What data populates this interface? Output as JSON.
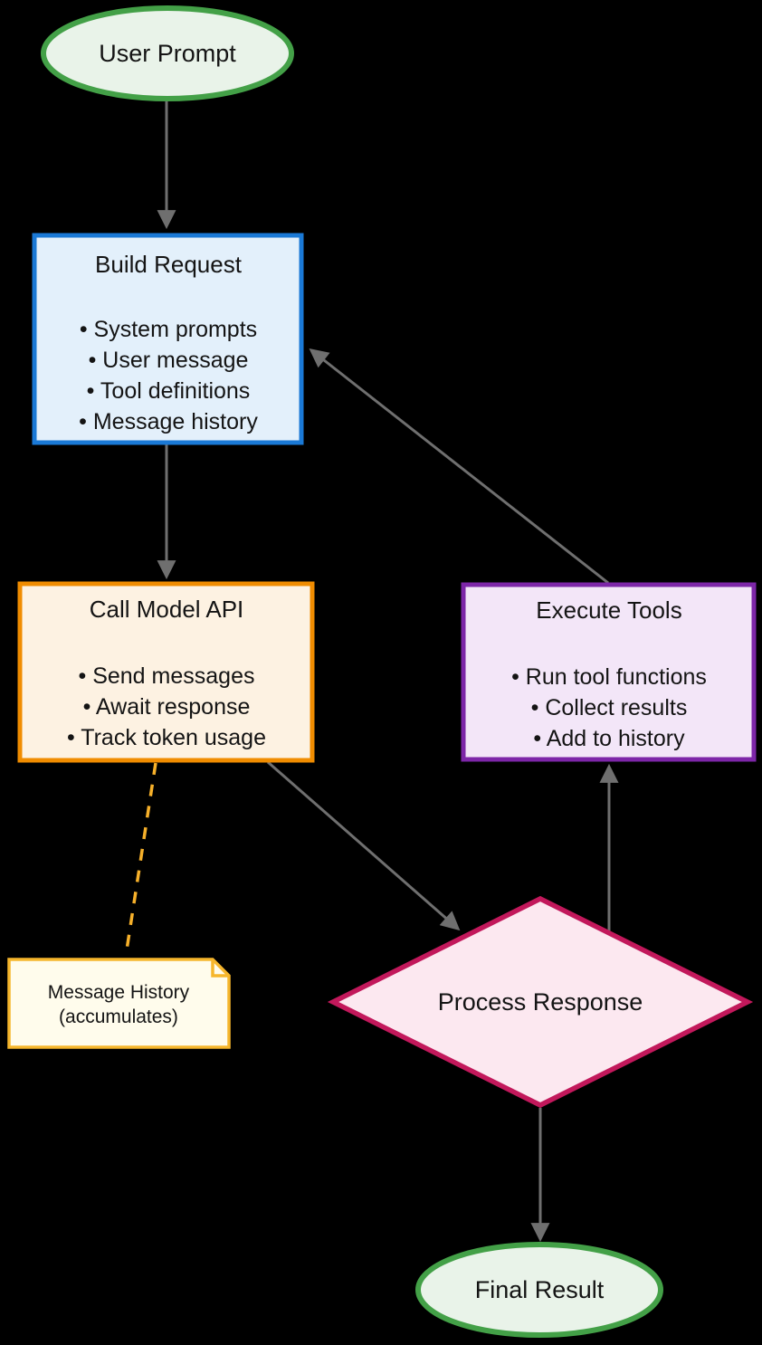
{
  "nodes": {
    "user_prompt": {
      "label": "User Prompt",
      "shape": "ellipse"
    },
    "build_request": {
      "title": "Build Request",
      "shape": "rect",
      "items": [
        "• System prompts",
        "• User message",
        "• Tool definitions",
        "• Message history"
      ]
    },
    "call_model_api": {
      "title": "Call Model API",
      "shape": "rect",
      "items": [
        "• Send messages",
        "• Await response",
        "• Track token usage"
      ]
    },
    "execute_tools": {
      "title": "Execute Tools",
      "shape": "rect",
      "items": [
        "• Run tool functions",
        "• Collect results",
        "• Add to history"
      ]
    },
    "process_response": {
      "label": "Process Response",
      "shape": "diamond"
    },
    "message_history_note": {
      "line1": "Message History",
      "line2": "(accumulates)",
      "shape": "note"
    },
    "final_result": {
      "label": "Final Result",
      "shape": "ellipse"
    }
  },
  "edges": [
    {
      "from": "User Prompt",
      "to": "Build Request",
      "style": "solid-arrow"
    },
    {
      "from": "Build Request",
      "to": "Call Model API",
      "style": "solid-arrow"
    },
    {
      "from": "Execute Tools",
      "to": "Build Request",
      "style": "solid-arrow"
    },
    {
      "from": "Call Model API",
      "to": "Process Response",
      "style": "solid-arrow"
    },
    {
      "from": "Process Response",
      "to": "Execute Tools",
      "style": "solid-arrow"
    },
    {
      "from": "Process Response",
      "to": "Final Result",
      "style": "solid-arrow"
    },
    {
      "from": "Call Model API",
      "to": "Message History (accumulates)",
      "style": "dashed-amber"
    }
  ],
  "palette": {
    "background": "#000000",
    "edge_gray": "#6f6f6f",
    "green_border": "#43a047",
    "green_fill": "#e9f3e9",
    "blue_border": "#1a79d6",
    "blue_fill": "#e3f0fb",
    "orange_border": "#f08c00",
    "orange_fill": "#fdf2e2",
    "purple_border": "#7d26a8",
    "purple_fill": "#f3e6f8",
    "pink_border": "#c2185b",
    "pink_fill": "#fce8f0",
    "amber_border": "#f6b62c",
    "note_fill": "#fffcec",
    "text": "#141414"
  }
}
